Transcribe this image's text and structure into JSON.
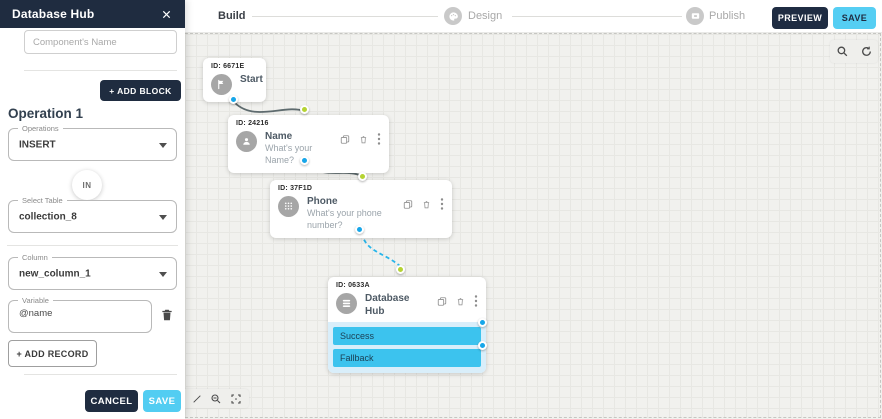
{
  "colors": {
    "navy": "#1f2c40",
    "cyan_accent": "#52cdf2",
    "output_bar_cyan": "#3cc3ee",
    "port_blue": "#17a6e9",
    "port_green": "#b5d333"
  },
  "topbar": {
    "steps": [
      {
        "label": "Build",
        "active": true
      },
      {
        "label": "Design",
        "active": false
      },
      {
        "label": "Publish",
        "active": false
      }
    ],
    "preview_label": "PREVIEW",
    "save_label": "SAVE"
  },
  "panel": {
    "title": "Database Hub",
    "name_placeholder": "Component's Name",
    "add_block_label": "+  ADD BLOCK",
    "operation_title": "Operation 1",
    "operations_label": "Operations",
    "operations_value": "INSERT",
    "in_badge": "IN",
    "table_label": "Select Table",
    "table_value": "collection_8",
    "column_label": "Column",
    "column_value": "new_column_1",
    "variable_label": "Variable",
    "variable_value": "@name",
    "add_record_label": "+  ADD RECORD",
    "cancel_label": "CANCEL",
    "save_label": "SAVE"
  },
  "canvas": {
    "nodes": [
      {
        "id": "ID: 6671E",
        "title": "Start"
      },
      {
        "id": "ID: 24216",
        "title": "Name",
        "subtitle": "What's your Name?"
      },
      {
        "id": "ID: 37F1D",
        "title": "Phone",
        "subtitle": "What's your phone number?"
      },
      {
        "id": "ID: 0633A",
        "title": "Database Hub",
        "outputs": [
          {
            "label": "Success"
          },
          {
            "label": "Fallback"
          }
        ]
      }
    ]
  }
}
